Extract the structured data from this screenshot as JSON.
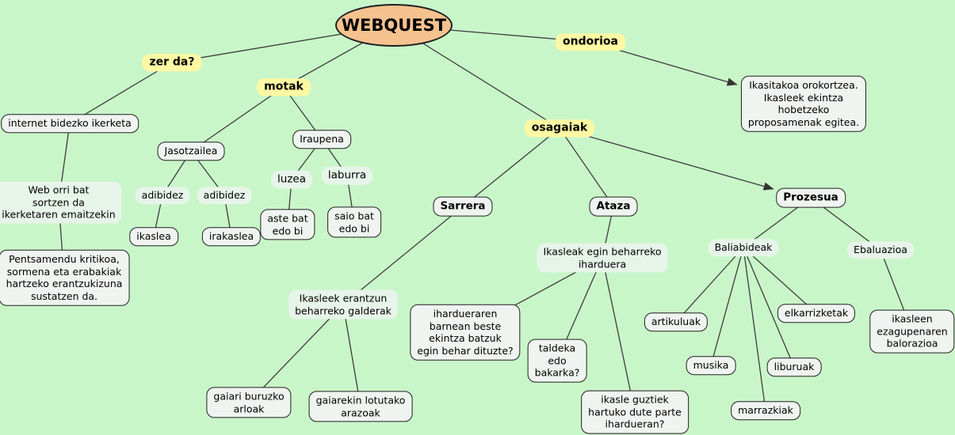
{
  "diagram_title": "WEBQUEST",
  "colors": {
    "background": "#c9f6c9",
    "center_node_fill": "#f6c28f",
    "topic_fill": "#fdf8a3",
    "box_fill": "#f0f4f1",
    "label_fill": "#e7f4e9",
    "line": "#3d3d3d",
    "border": "#1f1f1f",
    "text": "#000000"
  },
  "nodes": {
    "webquest": "WEBQUEST",
    "zer-da": "zer da?",
    "motak": "motak",
    "ondorioa": "ondorioa",
    "osagaiak": "osagaiak",
    "internet": "internet bidezko ikerketa",
    "web-orri": "Web orri bat\nsortzen da\nikerketaren emaitzekin",
    "pentsamendu": "Pentsamendu kritikoa,\nsormena eta erabakiak\nhartzeko erantzukizuna\nsustatzen da.",
    "jasotzailea": "Jasotzailea",
    "iraupena": "Iraupena",
    "adibidez-1": "adibidez",
    "adibidez-2": "adibidez",
    "ikaslea": "ikaslea",
    "irakaslea": "irakaslea",
    "luzea": "luzea",
    "laburra": "laburra",
    "aste-bat": "aste bat\nedo bi",
    "saio-bat": "saio bat\nedo bi",
    "ikasitakoa": "Ikasitakoa orokortzea.\nIkasleek ekintza\nhobetzeko\nproposamenak egitea.",
    "sarrera": "Sarrera",
    "ataza": "Ataza",
    "prozesua": "Prozesua",
    "galderak": "Ikasleek erantzun\nbeharreko galderak",
    "gaiari": "gaiari buruzko\narloak",
    "gaiarekin": "gaiarekin lotutako\narazoak",
    "iharduera-label": "Ikasleak egin beharreko\niharduera",
    "ihardueraren": "ihardueraren\nbarnean beste\nekintza batzuk\negin behar dituzte?",
    "taldeka": "taldeka\nedo\nbakarka?",
    "ikasle-guztiek": "ikasle guztiek\nhartuko dute parte\nihardueran?",
    "baliabideak": "Baliabideak",
    "ebaluazioa": "Ebaluazioa",
    "artikuluak": "artikuluak",
    "musika": "musika",
    "elkarrizketak": "elkarrizketak",
    "liburuak": "liburuak",
    "marrazkiak": "marrazkiak",
    "ikasleen": "ikasleen\nezagupenaren\nbalorazioa"
  }
}
